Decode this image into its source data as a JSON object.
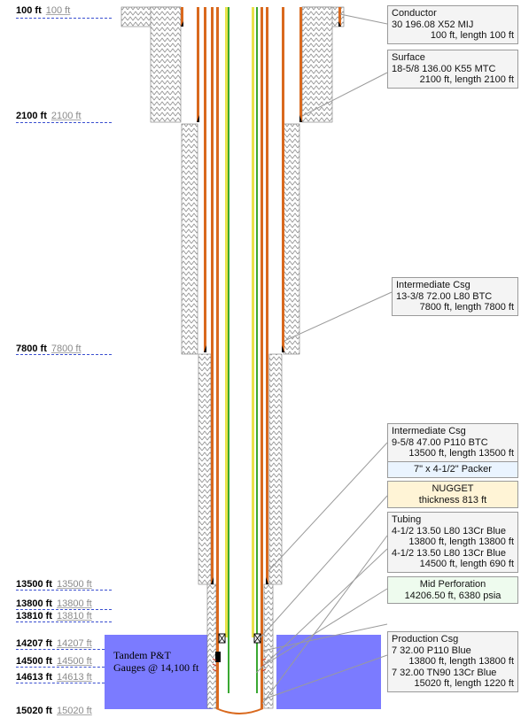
{
  "depth_markers": [
    {
      "bold": "100 ft",
      "gray": "100 ft"
    },
    {
      "bold": "2100 ft",
      "gray": "2100 ft"
    },
    {
      "bold": "7800 ft",
      "gray": "7800 ft"
    },
    {
      "bold": "13500 ft",
      "gray": "13500 ft"
    },
    {
      "bold": "13800 ft",
      "gray": "13800 ft"
    },
    {
      "bold": "13810 ft",
      "gray": "13810 ft"
    },
    {
      "bold": "14207 ft",
      "gray": "14207 ft"
    },
    {
      "bold": "14500 ft",
      "gray": "14500 ft"
    },
    {
      "bold": "14613 ft",
      "gray": "14613 ft"
    },
    {
      "bold": "15020 ft",
      "gray": "15020 ft"
    }
  ],
  "callouts": {
    "conductor": {
      "lines": [
        "Conductor",
        "30 196.08 X52 MIJ"
      ],
      "right_lines": [
        "100 ft, length 100 ft"
      ]
    },
    "surface": {
      "lines": [
        "Surface",
        "18-5/8 136.00 K55 MTC"
      ],
      "right_lines": [
        "2100 ft, length 2100 ft"
      ]
    },
    "intermediate1": {
      "lines": [
        "Intermediate Csg",
        "13-3/8 72.00 L80 BTC"
      ],
      "right_lines": [
        "7800 ft, length 7800 ft"
      ]
    },
    "intermediate2": {
      "lines": [
        "Intermediate Csg",
        "9-5/8 47.00 P110 BTC"
      ],
      "right_lines": [
        "13500 ft, length 13500 ft"
      ]
    },
    "packer": {
      "text": "7\" x 4-1/2\"  Packer"
    },
    "nugget": {
      "line1": "NUGGET",
      "line2": "thickness 813 ft"
    },
    "tubing": {
      "lines": [
        "Tubing",
        "4-1/2 13.50 L80 13Cr Blue"
      ],
      "right1": "13800 ft, length 13800 ft",
      "line3": "4-1/2 13.50 L80 13Cr Blue",
      "right2": "14500 ft, length 690 ft"
    },
    "mid_perf": {
      "line1": "Mid Perforation",
      "line2": "14206.50 ft, 6380 psia"
    },
    "production": {
      "lines": [
        "Production Csg",
        "7 32.00 P110 Blue"
      ],
      "right1": "13800 ft, length 13800 ft",
      "line3": "7 32.00 TN90 13Cr Blue",
      "right2": "15020 ft, length 1220 ft"
    }
  },
  "gauge_note": {
    "line1": "Tandem P&T",
    "line2": "Gauges @ 14,100 ft"
  },
  "colors": {
    "formation": "#7b7bff",
    "casing_fill": "#ffffff",
    "cement_hatch": "#9a9a9a",
    "tubing_green": "#3aa832",
    "tubing_yellow": "#e9e24a",
    "orange_string": "#d9691e",
    "depth_line": "#3a4fd0"
  }
}
